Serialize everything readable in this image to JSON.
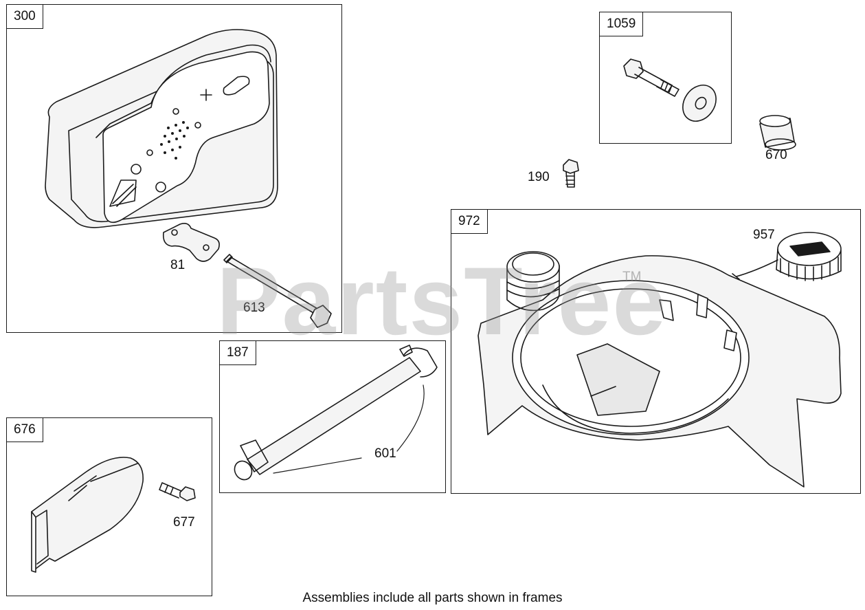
{
  "frames": {
    "f300": "300",
    "f1059": "1059",
    "f972": "972",
    "f187": "187",
    "f676": "676"
  },
  "callouts": {
    "c81": "81",
    "c613": "613",
    "c670": "670",
    "c190": "190",
    "c957": "957",
    "c601": "601",
    "c677": "677"
  },
  "watermark": {
    "text": "PartsTree",
    "tm": "TM"
  },
  "footer": "Assemblies include all parts shown in frames"
}
